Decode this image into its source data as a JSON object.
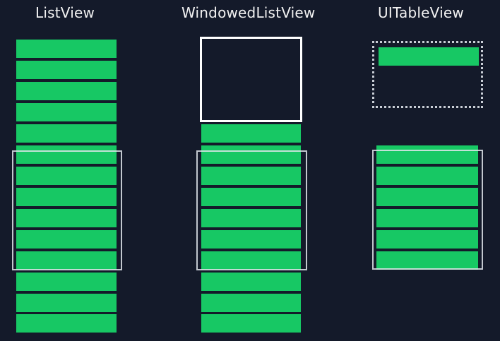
{
  "columns": [
    {
      "id": "listview",
      "title": "ListView"
    },
    {
      "id": "windowed",
      "title": "WindowedListView"
    },
    {
      "id": "uitable",
      "title": "UITableView"
    }
  ],
  "colors": {
    "background": "#141a2a",
    "row": "#17c864",
    "frame": "#ffffff",
    "dotted": "#c9ced6"
  }
}
